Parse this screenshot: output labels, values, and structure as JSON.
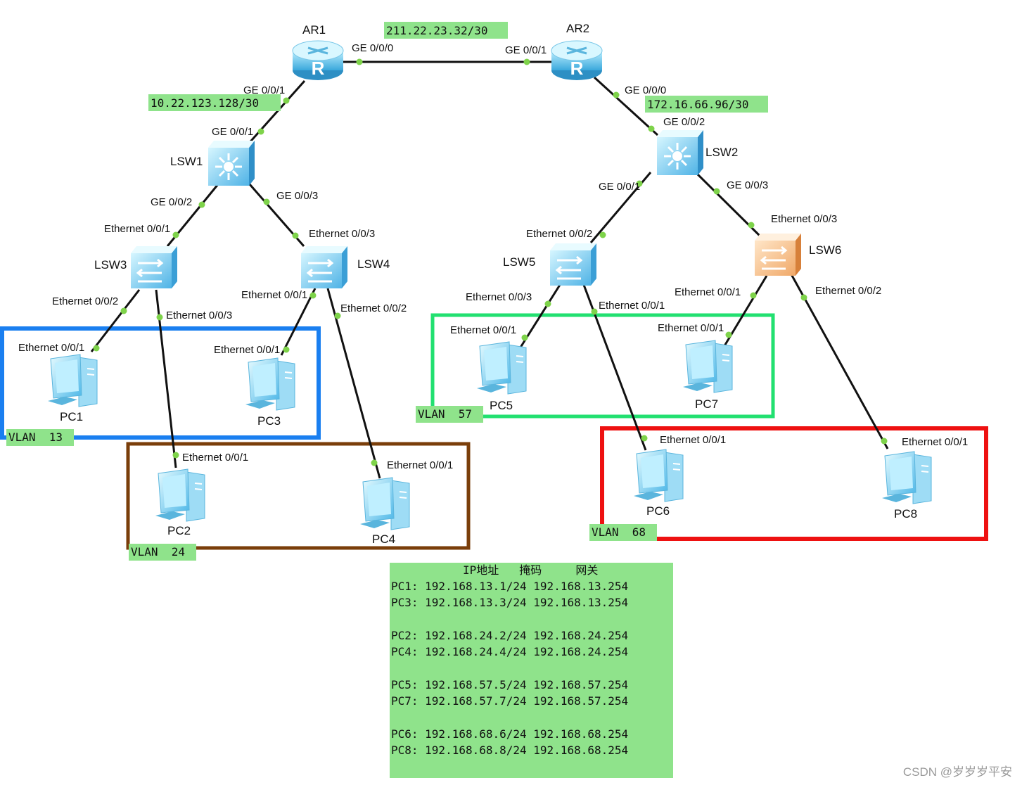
{
  "devices": {
    "ar1": "AR1",
    "ar2": "AR2",
    "lsw1": "LSW1",
    "lsw2": "LSW2",
    "lsw3": "LSW3",
    "lsw4": "LSW4",
    "lsw5": "LSW5",
    "lsw6": "LSW6",
    "pc1": "PC1",
    "pc2": "PC2",
    "pc3": "PC3",
    "pc4": "PC4",
    "pc5": "PC5",
    "pc6": "PC6",
    "pc7": "PC7",
    "pc8": "PC8"
  },
  "subnets": {
    "ar1_ar2": "211.22.23.32/30",
    "ar1_lsw1": "10.22.123.128/30",
    "ar2_lsw2": "172.16.66.96/30"
  },
  "ports": {
    "ar1_ge000": "GE 0/0/0",
    "ar2_ge001": "GE 0/0/1",
    "ar1_ge001": "GE 0/0/1",
    "lsw1_ge001": "GE 0/0/1",
    "ar2_ge000": "GE 0/0/0",
    "lsw2_ge002": "GE 0/0/2",
    "lsw1_ge002": "GE 0/0/2",
    "lsw1_ge003": "GE 0/0/3",
    "lsw3_e001": "Ethernet 0/0/1",
    "lsw4_e003": "Ethernet 0/0/3",
    "lsw3_e002": "Ethernet 0/0/2",
    "lsw3_e003": "Ethernet 0/0/3",
    "lsw4_e001": "Ethernet 0/0/1",
    "lsw4_e002": "Ethernet 0/0/2",
    "pc1_e001": "Ethernet 0/0/1",
    "pc3_e001": "Ethernet 0/0/1",
    "pc2_e001": "Ethernet 0/0/1",
    "pc4_e001": "Ethernet 0/0/1",
    "lsw2_ge001": "GE 0/0/1",
    "lsw2_ge003": "GE 0/0/3",
    "lsw5_e002": "Ethernet 0/0/2",
    "lsw6_e003": "Ethernet 0/0/3",
    "lsw5_e003": "Ethernet 0/0/3",
    "lsw5_e001": "Ethernet 0/0/1",
    "lsw6_e001": "Ethernet 0/0/1",
    "lsw6_e002": "Ethernet 0/0/2",
    "pc5_e001": "Ethernet 0/0/1",
    "pc7_e001": "Ethernet 0/0/1",
    "pc6_e001": "Ethernet 0/0/1",
    "pc8_e001": "Ethernet 0/0/1"
  },
  "vlans": {
    "vlan13": "VLAN  13",
    "vlan24": "VLAN  24",
    "vlan57": "VLAN  57",
    "vlan68": "VLAN  68"
  },
  "vlan_colors": {
    "vlan13": "#1a7ff0",
    "vlan24": "#7a3e0a",
    "vlan57": "#22e070",
    "vlan68": "#ee1111"
  },
  "ip_table": {
    "header": {
      "ip": "IP地址",
      "mask": "掩码",
      "gateway": "网关"
    },
    "rows": [
      "PC1: 192.168.13.1/24 192.168.13.254",
      "PC3: 192.168.13.3/24 192.168.13.254",
      "PC2: 192.168.24.2/24 192.168.24.254",
      "PC4: 192.168.24.4/24 192.168.24.254",
      "PC5: 192.168.57.5/24 192.168.57.254",
      "PC7: 192.168.57.7/24 192.168.57.254",
      "PC6: 192.168.68.6/24 192.168.68.254",
      "PC8: 192.168.68.8/24 192.168.68.254"
    ]
  },
  "watermark": "CSDN @岁岁岁平安",
  "icons": {
    "router": "router-icon",
    "l3switch": "l3-switch-icon",
    "l2switch": "l2-switch-icon",
    "pc": "pc-icon"
  }
}
